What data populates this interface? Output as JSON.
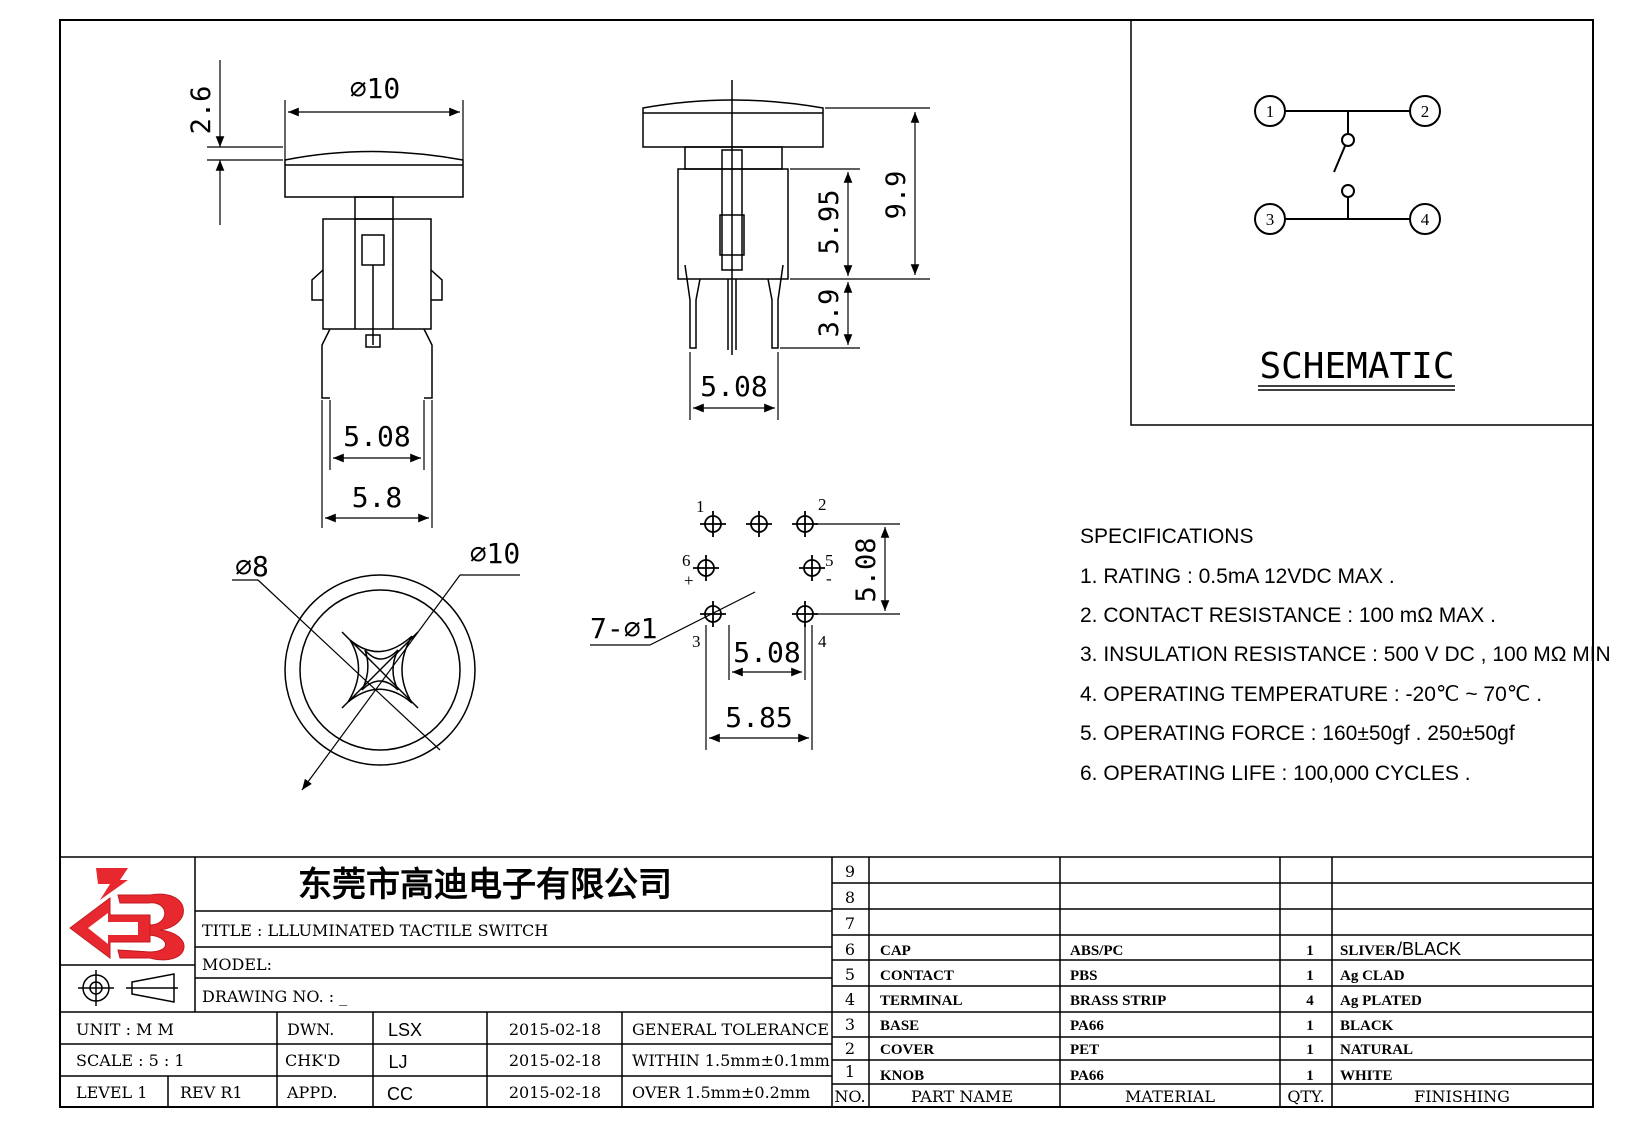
{
  "dimensions": {
    "d2_6": "2.6",
    "phi10_top": "⌀10",
    "d5_08_front": "5.08",
    "d5_8": "5.8",
    "d5_95": "5.95",
    "d9_9": "9.9",
    "d3_9": "3.9",
    "d5_08_side": "5.08",
    "phi8": "⌀8",
    "phi10_bottom": "⌀10",
    "holes": "7-⌀1",
    "d5_08_pcb_h": "5.08",
    "d5_85": "5.85",
    "d5_08_pcb_v": "5.08"
  },
  "pcb_labels": [
    "1",
    "2",
    "3",
    "4",
    "5",
    "6",
    "+",
    "-"
  ],
  "schematic": {
    "title": "SCHEMATIC",
    "pins": [
      "1",
      "2",
      "3",
      "4"
    ]
  },
  "specifications": {
    "heading": "SPECIFICATIONS",
    "items": [
      "1. RATING : 0.5mA 12VDC MAX .",
      "2. CONTACT RESISTANCE : 100 mΩ MAX .",
      "3. INSULATION RESISTANCE : 500 V DC , 100 MΩ MIN",
      "4. OPERATING TEMPERATURE : -20℃ ~ 70℃ .",
      "5. OPERATING FORCE : 160±50gf . 250±50gf",
      "6. OPERATING LIFE : 100,000 CYCLES ."
    ]
  },
  "title_block": {
    "company": "东莞市高迪电子有限公司",
    "title": "TITLE :  LLLUMINATED TACTILE SWITCH",
    "model": "MODEL:",
    "drawing_no": "DRAWING NO. : _",
    "rows": [
      {
        "c1": "UNIT   :   M M",
        "c2": "DWN.",
        "c3": "LSX",
        "c4": "2015-02-18",
        "c5": "GENERAL TOLERANCE"
      },
      {
        "c1": "SCALE  :  5 : 1",
        "c2": "CHK'D",
        "c3": "LJ",
        "c4": "2015-02-18",
        "c5": "WITHIN 1.5mm±0.1mm"
      },
      {
        "c1": "LEVEL 1",
        "c1b": "REV  R1",
        "c2": "APPD.",
        "c3": "CC",
        "c4": "2015-02-18",
        "c5": "OVER   1.5mm±0.2mm"
      }
    ]
  },
  "bom": {
    "header": {
      "no": "NO.",
      "part": "PART  NAME",
      "material": "MATERIAL",
      "qty": "QTY.",
      "finishing": "FINISHING"
    },
    "rows": [
      {
        "no": "9",
        "part": "",
        "material": "",
        "qty": "",
        "finishing": ""
      },
      {
        "no": "8",
        "part": "",
        "material": "",
        "qty": "",
        "finishing": ""
      },
      {
        "no": "7",
        "part": "",
        "material": "",
        "qty": "",
        "finishing": ""
      },
      {
        "no": "6",
        "part": "CAP",
        "material": "ABS/PC",
        "qty": "1",
        "finishing": "SLIVER",
        "finishing2": "/BLACK"
      },
      {
        "no": "5",
        "part": "CONTACT",
        "material": "PBS",
        "qty": "1",
        "finishing": "Ag CLAD"
      },
      {
        "no": "4",
        "part": "TERMINAL",
        "material": "BRASS STRIP",
        "qty": "4",
        "finishing": "Ag PLATED"
      },
      {
        "no": "3",
        "part": "BASE",
        "material": "PA66",
        "qty": "1",
        "finishing": "BLACK"
      },
      {
        "no": "2",
        "part": "COVER",
        "material": "PET",
        "qty": "1",
        "finishing": "NATURAL"
      },
      {
        "no": "1",
        "part": "KNOB",
        "material": "PA66",
        "qty": "1",
        "finishing": "WHITE"
      }
    ]
  }
}
